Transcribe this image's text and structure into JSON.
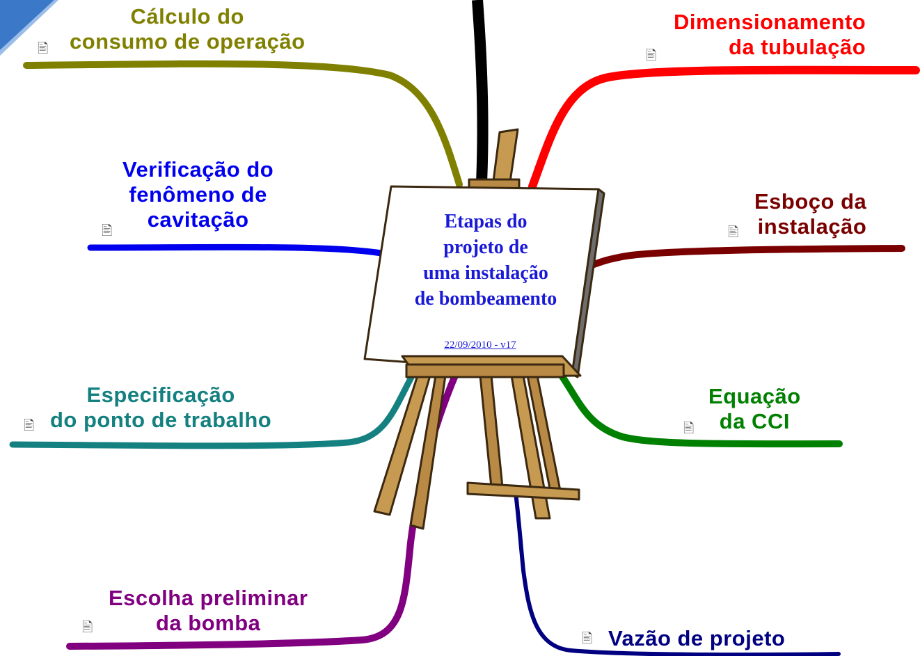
{
  "center": {
    "title_lines": [
      "Etapas do",
      "projeto de",
      "uma instalação",
      "de bombeamento"
    ],
    "date": "22/09/2010 - v17"
  },
  "branches": {
    "consumo": {
      "lines": [
        "Cálculo do",
        "consumo de operação"
      ],
      "color": "#808000"
    },
    "tubulacao": {
      "lines": [
        "Dimensionamento",
        "da tubulação"
      ],
      "color": "#ff0000"
    },
    "cavitacao": {
      "lines": [
        "Verificação do",
        "fenômeno de",
        "cavitação"
      ],
      "color": "#0000ee"
    },
    "esboco": {
      "lines": [
        "Esboço da",
        "instalação"
      ],
      "color": "#7a0000"
    },
    "ponto": {
      "lines": [
        "Especificação",
        "do ponto de trabalho"
      ],
      "color": "#148080"
    },
    "cci": {
      "lines": [
        "Equação",
        "da CCI"
      ],
      "color": "#008000"
    },
    "bomba": {
      "lines": [
        "Escolha preliminar",
        "da bomba"
      ],
      "color": "#800080"
    },
    "vazao": {
      "lines": [
        "Vazão de projeto"
      ],
      "color": "#000080"
    }
  },
  "icons": {
    "note": "document-note-icon",
    "center": "easel-icon"
  }
}
